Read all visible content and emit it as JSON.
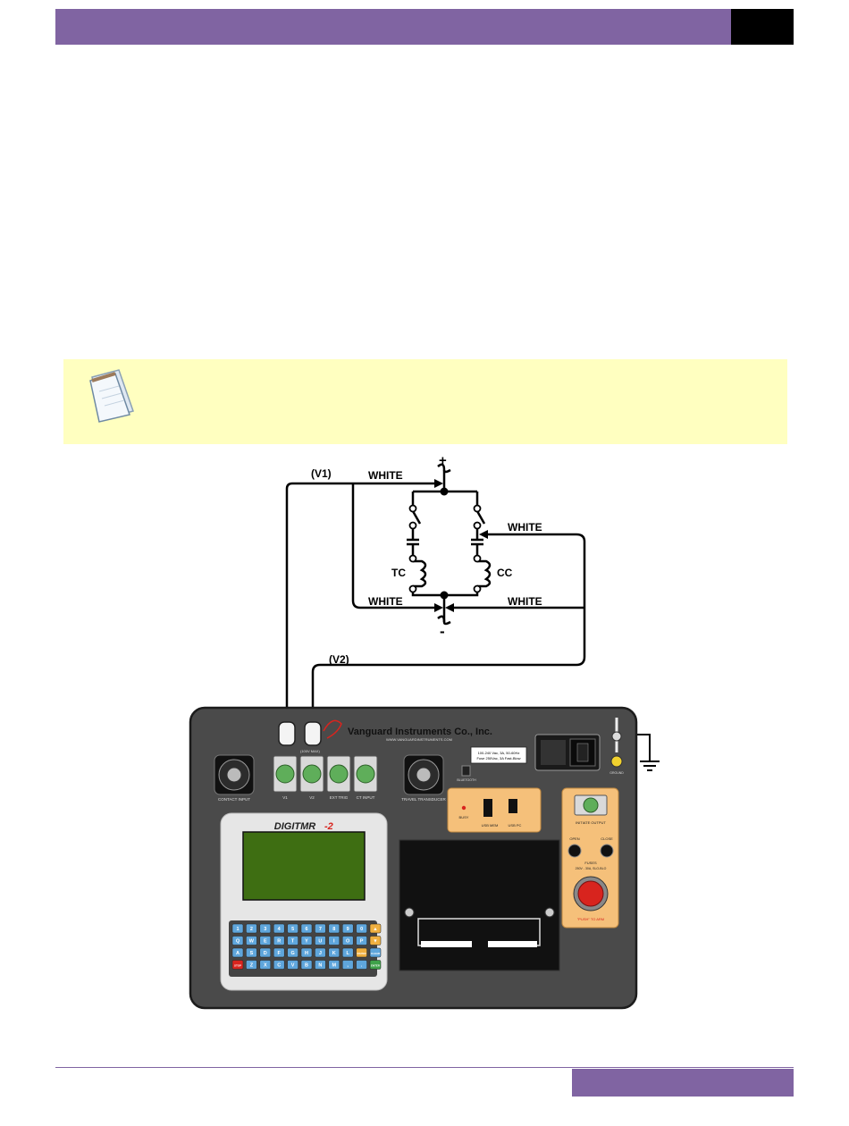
{
  "diagram": {
    "wire_labels": [
      "(V1)",
      "WHITE",
      "WHITE",
      "WHITE",
      "WHITE",
      "(V2)"
    ],
    "coil_labels": [
      "TC",
      "CC"
    ],
    "polarity": [
      "+",
      "-"
    ]
  },
  "instrument": {
    "brand": "Vanguard Instruments Co., Inc.",
    "website": "WWW.VANGUARDINSTRUMENTS.COM",
    "usb_max": "(100V MAX)",
    "rating": "100-240 Vac, 3A, 50-60Hz",
    "fuse_rating": "Fuse 250Vac, 3A Fast-Blow",
    "model_name": "DIGITMR",
    "model_suffix": "-2",
    "model_subtitle": "Digital Circuit Breaker Analyzer",
    "contact_input": "CONTACT INPUT",
    "channels": [
      "V1",
      "V2",
      "EXT TRIG",
      "CT INPUT"
    ],
    "travel_transducer": "TRAVEL TRANSDUCER",
    "bluetooth": "BLUETOOTH",
    "busy": "BUSY",
    "usb_mem": "USB MEM",
    "usb_pc": "USB PC",
    "initiate_output": "INITIATE OUTPUT",
    "open": "OPEN",
    "close": "CLOSE",
    "fuses": "FUSES",
    "fuses_rating": "250V - 30A, SLO-BLO",
    "push_to_arm": "\"PUSH\" TO ARM",
    "ground": "GROUND",
    "keypad_rows": [
      [
        "1",
        "2",
        "3",
        "4",
        "5",
        "6",
        "7",
        "8",
        "9",
        "0"
      ],
      [
        "Q",
        "W",
        "E",
        "R",
        "T",
        "Y",
        "U",
        "I",
        "O",
        "P"
      ],
      [
        "A",
        "S",
        "D",
        "F",
        "G",
        "H",
        "J",
        "K",
        "L"
      ],
      [
        "Z",
        "X",
        "C",
        "V",
        "B",
        "N",
        "M",
        ",",
        "."
      ]
    ],
    "keypad_special": [
      "▲",
      "▼",
      "PAPER",
      "CLEAR",
      "STOP",
      "ENTER"
    ]
  },
  "colors": {
    "accent": "#8064a2",
    "note_bg": "#ffffc0",
    "panel": "#4a4a4a",
    "orange": "#f5c07a",
    "lcd": "#3e6e12",
    "key_blue": "#5fa6dc",
    "key_orange": "#f0b040",
    "key_red": "#d8241e",
    "key_green": "#3fa24a"
  }
}
